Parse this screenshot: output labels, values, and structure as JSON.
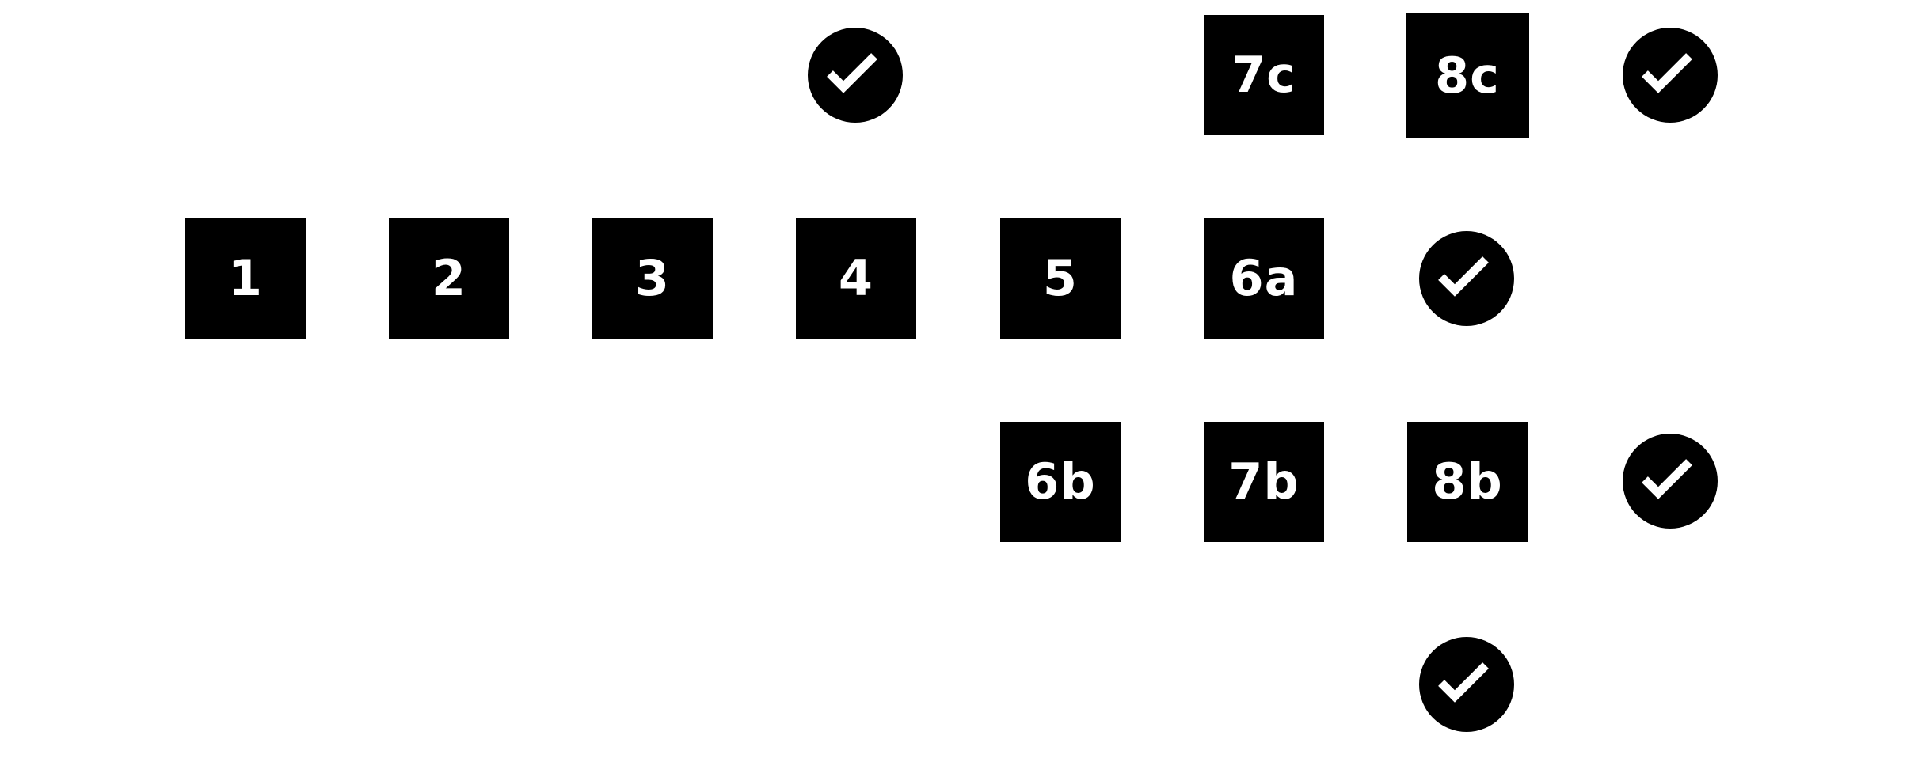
{
  "steps": {
    "s1": "1",
    "s2": "2",
    "s3": "3",
    "s4": "4",
    "s5": "5",
    "s6a": "6a",
    "s6b": "6b",
    "s7b": "7b",
    "s7c": "7c",
    "s8b": "8b",
    "s8c": "8c"
  },
  "icons": {
    "check": "checkmark-icon"
  },
  "colors": {
    "box": "#000000",
    "label": "#ffffff",
    "background": "#ffffff"
  }
}
